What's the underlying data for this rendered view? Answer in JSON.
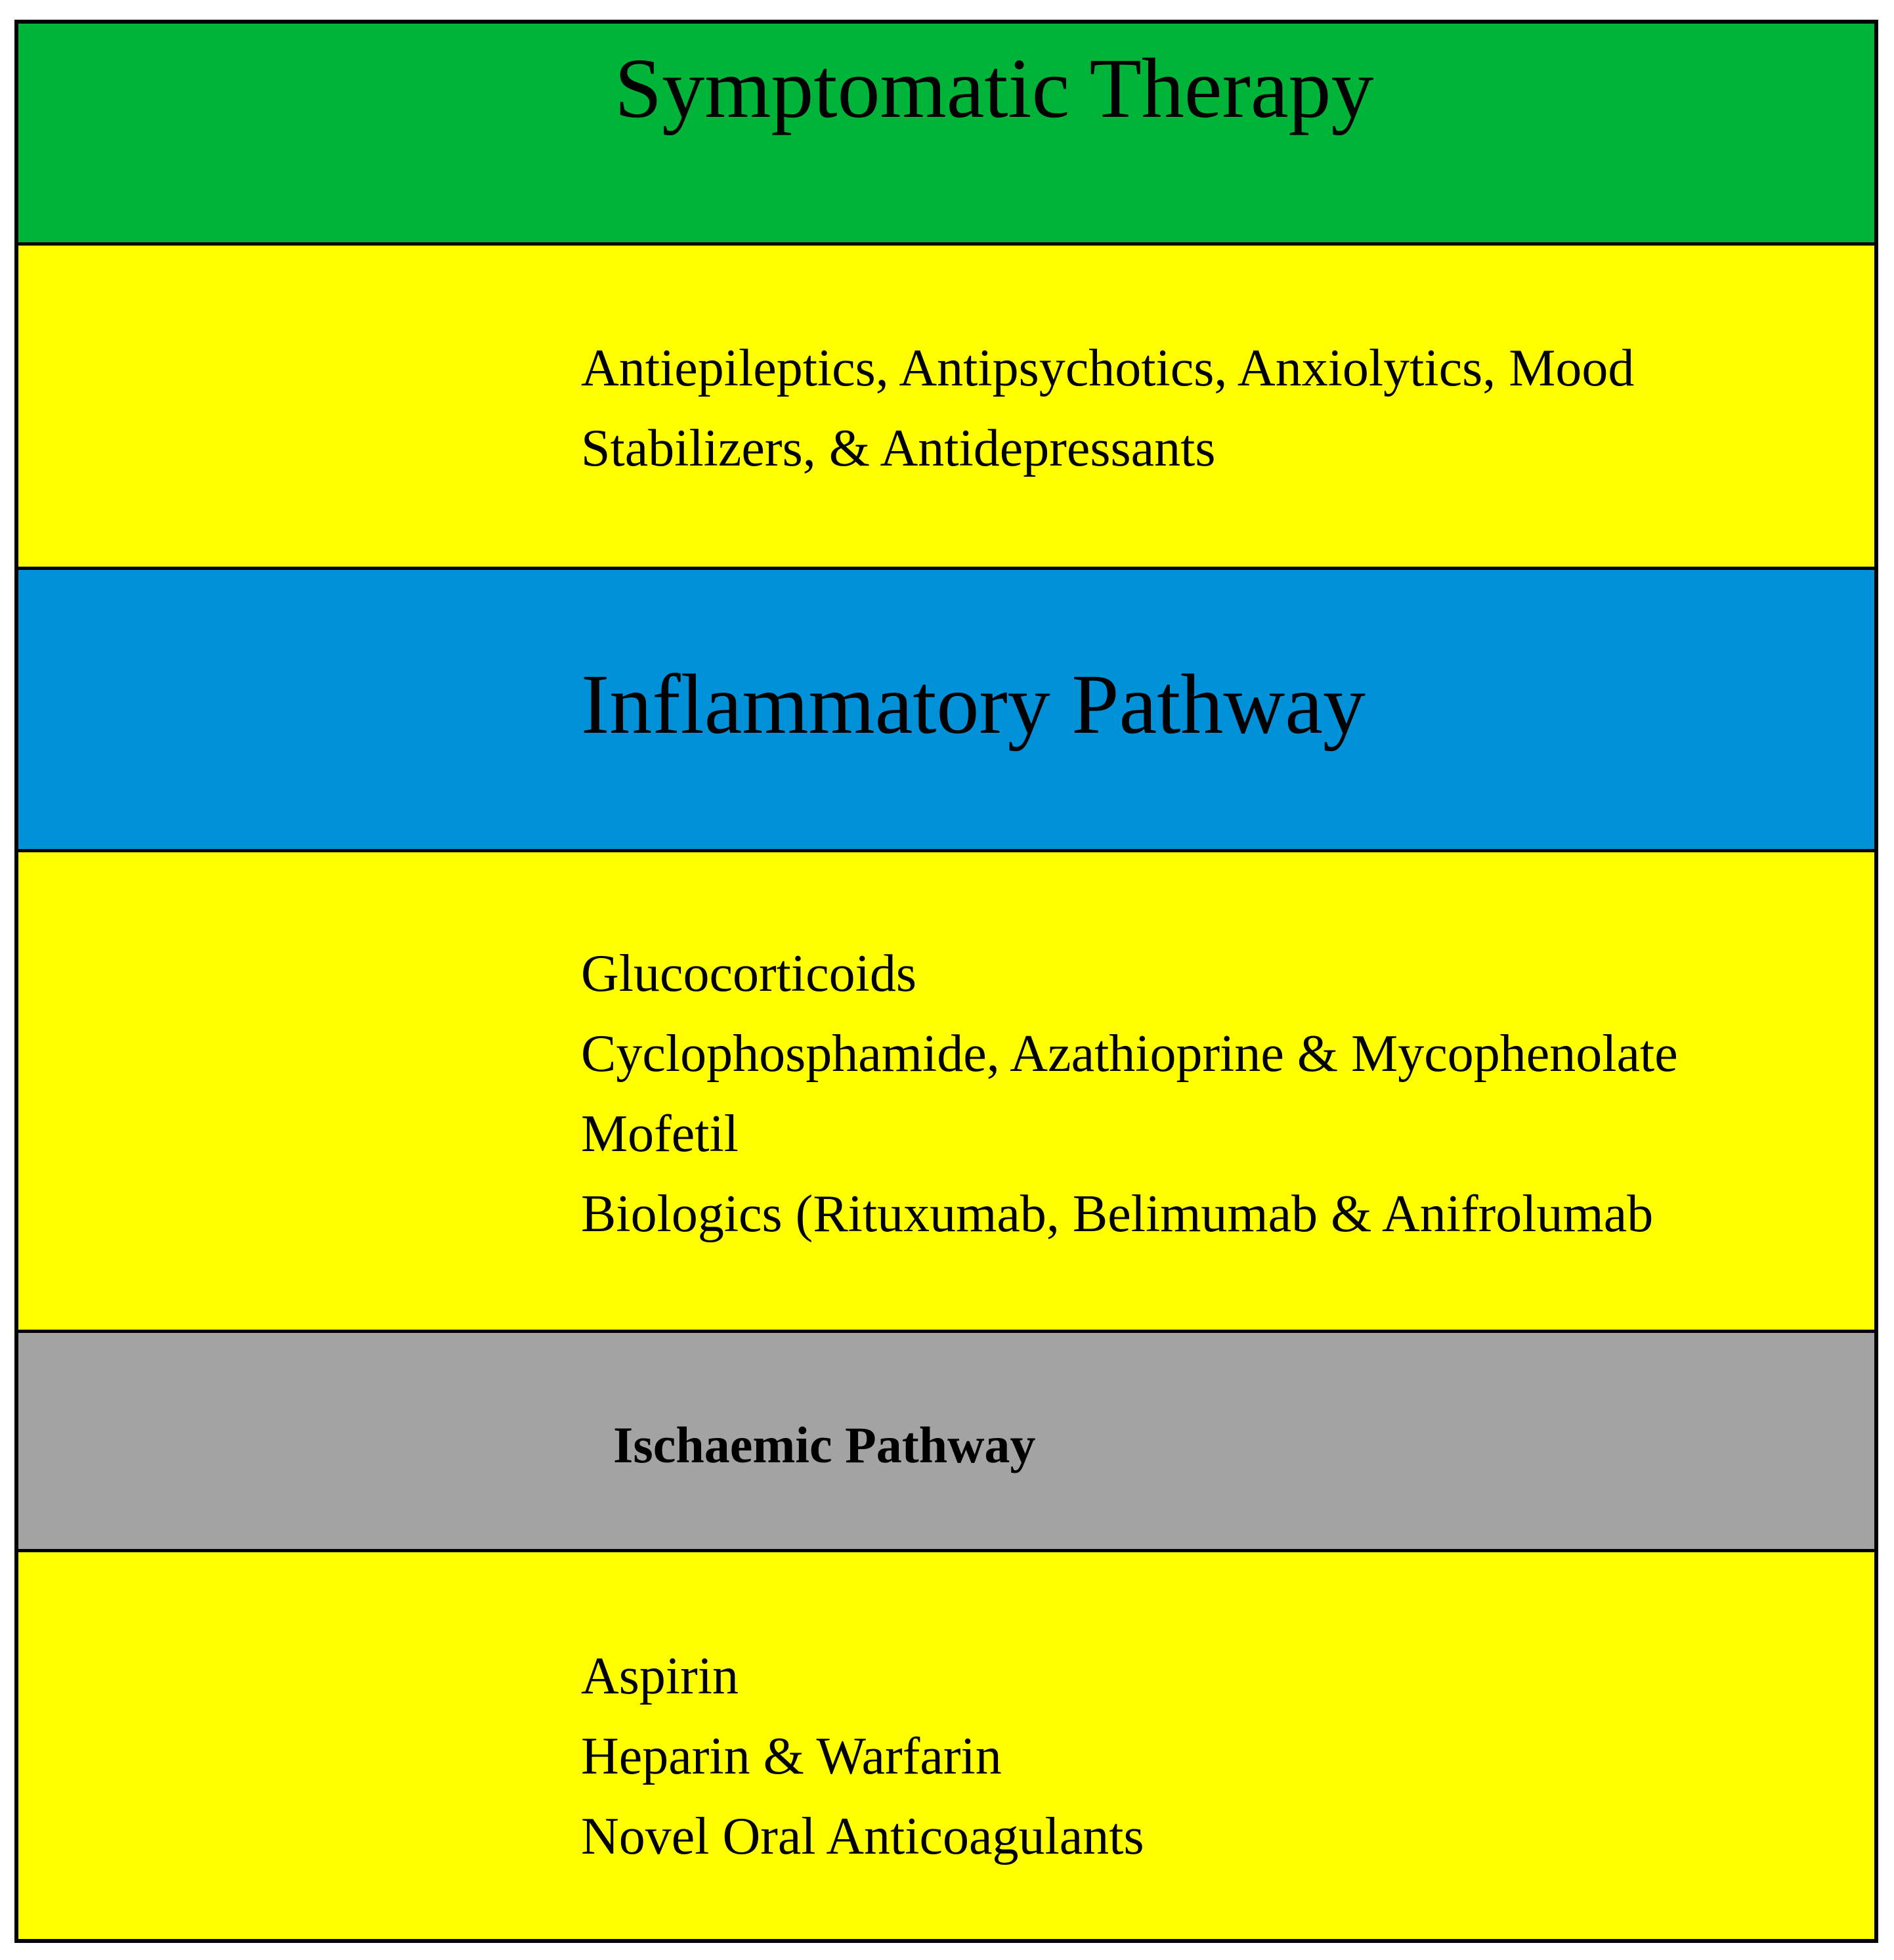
{
  "colors": {
    "symptomatic_header": "#00b43a",
    "inflammatory_header": "#0091d9",
    "ischaemic_header": "#a3a3a3",
    "drug_panel": "#ffff00",
    "border": "#000000",
    "text": "#000000"
  },
  "sections": [
    {
      "title": "Symptomatic Therapy",
      "items": [
        "Antiepileptics, Antipsychotics, Anxiolytics, Mood",
        "Stabilizers, & Antidepressants"
      ]
    },
    {
      "title": "Inflammatory Pathway",
      "items": [
        "Glucocorticoids",
        "Cyclophosphamide, Azathioprine & Mycophenolate",
        "Mofetil",
        "Biologics (Rituxumab, Belimumab & Anifrolumab"
      ]
    },
    {
      "title": "Ischaemic Pathway",
      "items": [
        "Aspirin",
        "Heparin & Warfarin",
        "Novel Oral Anticoagulants"
      ]
    }
  ]
}
